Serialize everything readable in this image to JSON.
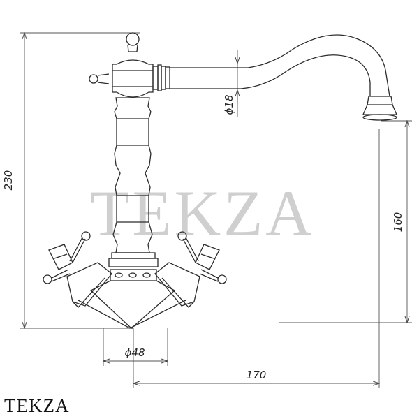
{
  "watermark": "TEKZA",
  "brand_label": "TEKZA",
  "dimensions": {
    "total_height": "230",
    "spout_height": "160",
    "pipe_diameter": "ϕ18",
    "base_diameter": "ϕ48",
    "spout_reach": "170"
  },
  "colors": {
    "line": "#2b2b2b",
    "dim_line": "#555555",
    "watermark": "#cfcfcf"
  }
}
